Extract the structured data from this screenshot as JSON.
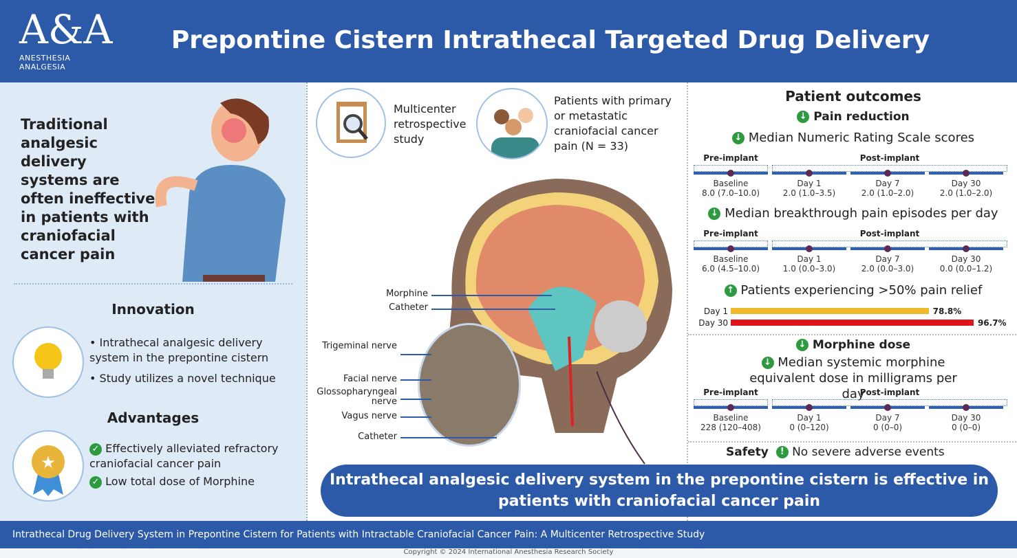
{
  "header": {
    "title": "Prepontine Cistern Intrathecal Targeted Drug Delivery",
    "logo": {
      "mark": "A&A",
      "line1": "ANESTHESIA",
      "line2": "ANALGESIA"
    }
  },
  "left": {
    "problem": "Traditional analgesic delivery systems are often ineffective in patients with craniofacial cancer pain",
    "innovation": {
      "heading": "Innovation",
      "items": [
        "Intrathecal analgesic delivery system in the prepontine cistern",
        "Study utilizes a novel technique"
      ]
    },
    "advantages": {
      "heading": "Advantages",
      "items": [
        "Effectively alleviated refractory craniofacial cancer pain",
        "Low total dose of Morphine"
      ]
    }
  },
  "middle": {
    "study": "Multicenter retrospective study",
    "patients": "Patients with primary or metastatic craniofacial cancer pain (N = 33)",
    "labels": {
      "morphine": "Morphine",
      "catheter": "Catheter",
      "trigeminal": "Trigeminal nerve",
      "facial": "Facial nerve",
      "glosso": "Glossopharyngeal nerve",
      "vagus": "Vagus nerve",
      "catheter2": "Catheter"
    }
  },
  "right": {
    "heading": "Patient outcomes",
    "pain_reduction": "Pain reduction",
    "nrs": {
      "title": "Median Numeric Rating Scale scores",
      "pre": "Pre-implant",
      "post": "Post-implant",
      "points": [
        {
          "label": "Baseline",
          "value": "8.0 (7.0–10.0)"
        },
        {
          "label": "Day 1",
          "value": "2.0 (1.0–3.5)"
        },
        {
          "label": "Day 7",
          "value": "2.0 (1.0–2.0)"
        },
        {
          "label": "Day 30",
          "value": "2.0 (1.0–2.0)"
        }
      ]
    },
    "bte": {
      "title": "Median breakthrough pain episodes per day",
      "pre": "Pre-implant",
      "post": "Post-implant",
      "points": [
        {
          "label": "Baseline",
          "value": "6.0 (4.5–10.0)"
        },
        {
          "label": "Day 1",
          "value": "1.0 (0.0–3.0)"
        },
        {
          "label": "Day 7",
          "value": "2.0 (0.0–3.0)"
        },
        {
          "label": "Day 30",
          "value": "0.0 (0.0–1.2)"
        }
      ]
    },
    "relief": {
      "title": "Patients experiencing >50% pain relief",
      "bars": [
        {
          "label": "Day 1",
          "value": 78.8,
          "text": "78.8%",
          "color": "#f0b92c"
        },
        {
          "label": "Day 30",
          "value": 96.7,
          "text": "96.7%",
          "color": "#e0141e"
        }
      ]
    },
    "morphine_dose": "Morphine dose",
    "mme": {
      "title": "Median systemic morphine equivalent dose in milligrams per day",
      "pre": "Pre-implant",
      "post": "Post-implant",
      "points": [
        {
          "label": "Baseline",
          "value": "228 (120–408)"
        },
        {
          "label": "Day 1",
          "value": "0 (0–120)"
        },
        {
          "label": "Day 7",
          "value": "0 (0–0)"
        },
        {
          "label": "Day 30",
          "value": "0 (0–0)"
        }
      ]
    },
    "safety": {
      "label": "Safety",
      "text": "No severe adverse events"
    }
  },
  "conclusion": "Intrathecal analgesic delivery system in the prepontine cistern is effective in patients with craniofacial cancer pain",
  "footer": "Intrathecal Drug Delivery System in Prepontine Cistern for Patients with Intractable Craniofacial Cancer Pain: A Multicenter Retrospective Study",
  "copyright": "Copyright © 2024 International Anesthesia Research Society",
  "colors": {
    "brand": "#2c5aa8",
    "green": "#2d9a3f",
    "day1": "#f0b92c",
    "day30": "#e0141e"
  }
}
